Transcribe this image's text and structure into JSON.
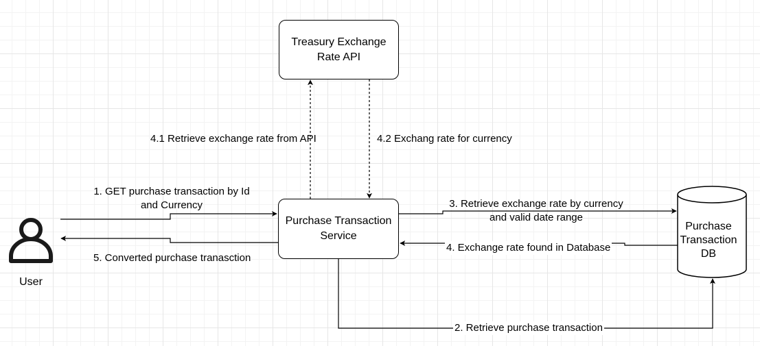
{
  "nodes": {
    "treasury_api": "Treasury Exchange\nRate API",
    "service": "Purchase Transaction\nService",
    "db": "Purchase\nTransaction\nDB",
    "user": "User"
  },
  "edges": {
    "e1": "1. GET purchase transaction by Id\nand Currency",
    "e2": "2. Retrieve purchase transaction",
    "e3": "3. Retrieve exchange rate by currency\nand valid date range",
    "e4": "4. Exchange rate found in Database",
    "e41": "4.1 Retrieve exchange rate from API",
    "e42": "4.2 Exchang rate for currency",
    "e5": "5. Converted purchase tranasction"
  }
}
